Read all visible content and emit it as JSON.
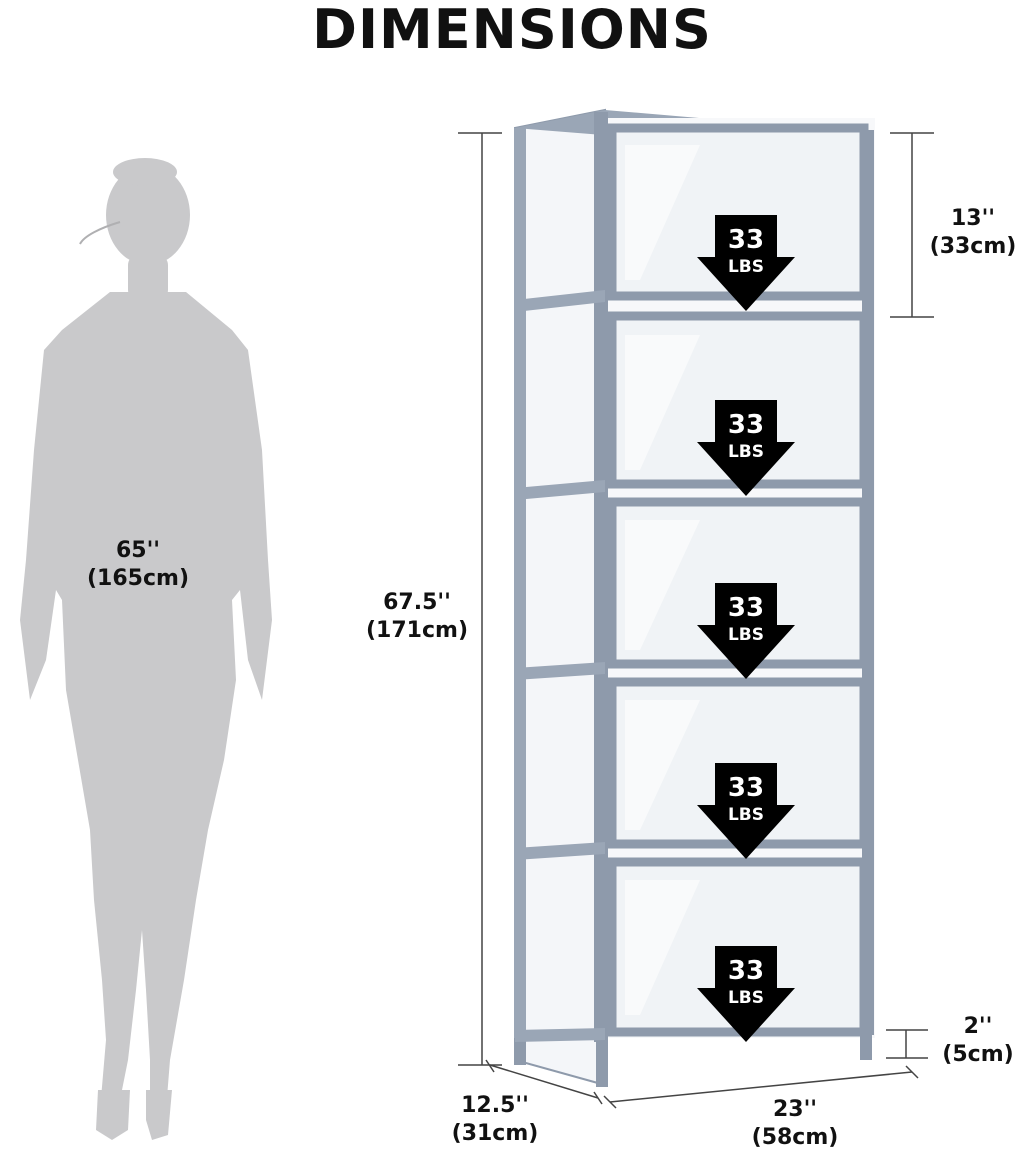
{
  "title": "DIMENSIONS",
  "person_height": {
    "imperial": "65''",
    "metric": "(165cm)"
  },
  "total_height": {
    "imperial": "67.5''",
    "metric": "(171cm)"
  },
  "shelf_height": {
    "imperial": "13''",
    "metric": "(33cm)"
  },
  "leg_height": {
    "imperial": "2''",
    "metric": "(5cm)"
  },
  "depth": {
    "imperial": "12.5''",
    "metric": "(31cm)"
  },
  "width": {
    "imperial": "23''",
    "metric": "(58cm)"
  },
  "shelves": [
    {
      "load": "33",
      "unit": "LBS"
    },
    {
      "load": "33",
      "unit": "LBS"
    },
    {
      "load": "33",
      "unit": "LBS"
    },
    {
      "load": "33",
      "unit": "LBS"
    },
    {
      "load": "33",
      "unit": "LBS"
    }
  ],
  "colors": {
    "frame": "#8e9aab",
    "silhouette": "#c9c9cb",
    "badge": "#000000"
  }
}
